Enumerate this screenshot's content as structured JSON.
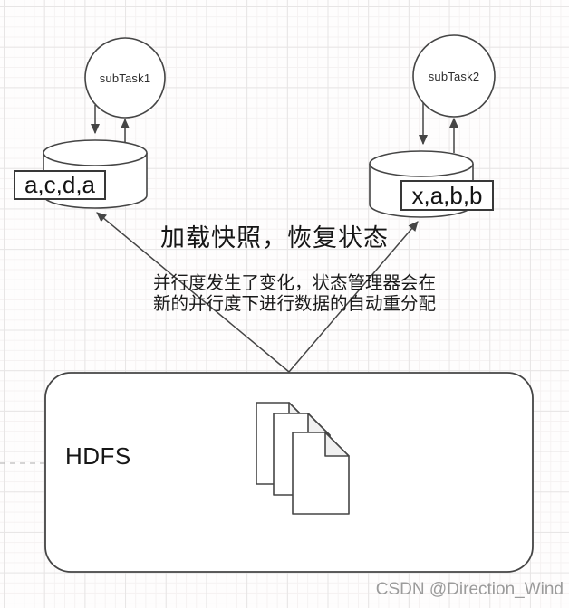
{
  "nodes": {
    "subtask1": "subTask1",
    "subtask2": "subTask2",
    "state1": "a,c,d,a",
    "state2": "x,a,b,b",
    "hdfs": "HDFS"
  },
  "annotations": {
    "headline": "加载快照，恢复状态",
    "note_line1": "并行度发生了变化，状态管理器会在",
    "note_line2": "新的并行度下进行数据的自动重分配"
  },
  "watermark": "CSDN @Direction_Wind",
  "icons": {
    "file_stack": "file-stack-icon"
  },
  "colors": {
    "shape_stroke": "#454545",
    "state_box_border": "#383838",
    "text": "#161616",
    "watermark": "#9b9b9b",
    "fold_fill": "#f0f0f0",
    "grid_minor": "#f5f2f2",
    "grid_major": "#e7e5e5"
  }
}
